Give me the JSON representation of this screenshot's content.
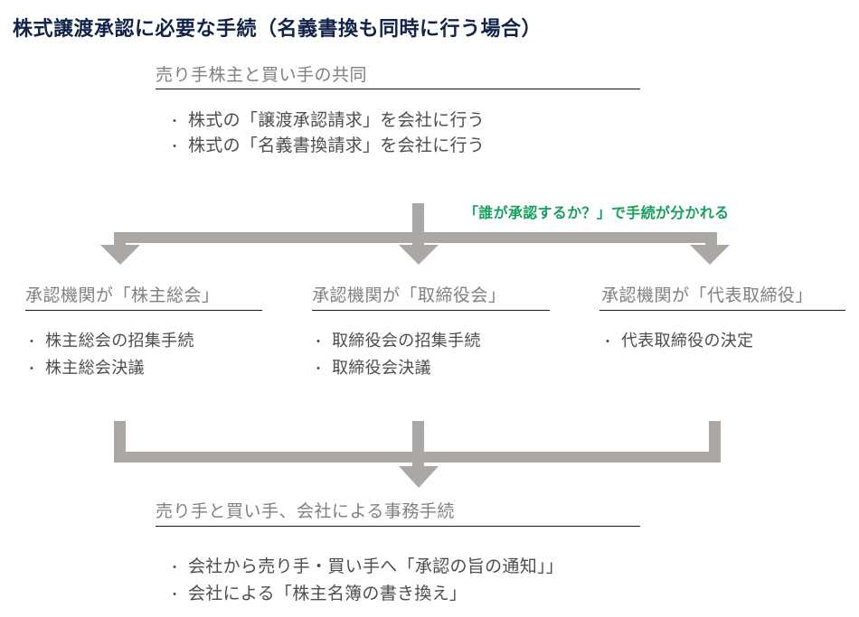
{
  "title": "株式譲渡承認に必要な手続（名義書換も同時に行う場合）",
  "colors": {
    "title": "#122349",
    "heading": "#808080",
    "body": "#4d4d4d",
    "rule": "#1a1a1a",
    "arrow": "#aaa7a5",
    "annotation": "#17a05c",
    "background": "#ffffff"
  },
  "sections": {
    "top": {
      "heading": "売り手株主と買い手の共同",
      "bullets": [
        "株式の「譲渡承認請求」を会社に行う",
        "株式の「名義書換請求」を会社に行う"
      ]
    },
    "branches": [
      {
        "heading": "承認機関が「株主総会」",
        "bullets": [
          "株主総会の招集手続",
          "株主総会決議"
        ]
      },
      {
        "heading": "承認機関が「取締役会」",
        "bullets": [
          "取締役会の招集手続",
          "取締役会決議"
        ]
      },
      {
        "heading": "承認機関が「代表取締役」",
        "bullets": [
          "代表取締役の決定"
        ]
      }
    ],
    "bottom": {
      "heading": "売り手と買い手、会社による事務手続",
      "bullets": [
        "会社から売り手・買い手へ「承認の旨の通知」」",
        "会社による「株主名簿の書き換え」"
      ]
    }
  },
  "annotation": "「誰が承認するか？」で手続が分かれる",
  "bullet_marker": "・"
}
